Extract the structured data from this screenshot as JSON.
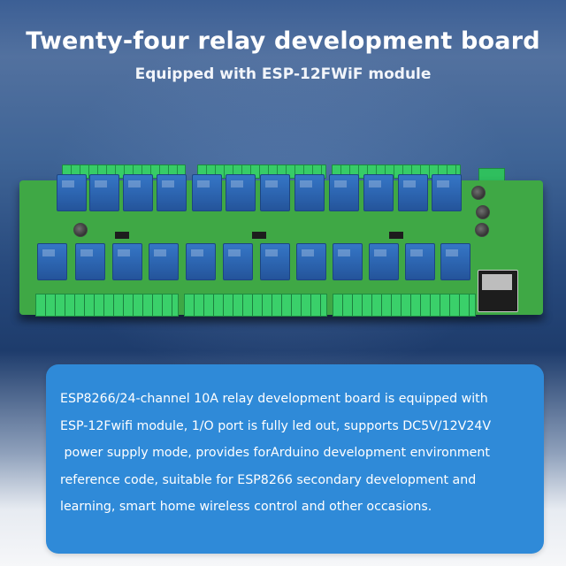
{
  "header": {
    "title": "Twenty-four relay development board",
    "subtitle": "Equipped with ESP-12FWiF module"
  },
  "description": {
    "lines": [
      "ESP8266/24-channel 10A relay development board is equipped with",
      "ESP-12Fwifi module, 1/O port is fully led out, supports DC5V/12V24V",
      " power supply mode, provides forArduino development environment",
      "reference code, suitable for ESP8266 secondary development and",
      "learning, smart home wireless control and other occasions."
    ]
  },
  "colors": {
    "card": "#2f8ad8",
    "board": "#3fa845",
    "relay": "#2b62ad",
    "terminal": "#2fbf5e"
  }
}
